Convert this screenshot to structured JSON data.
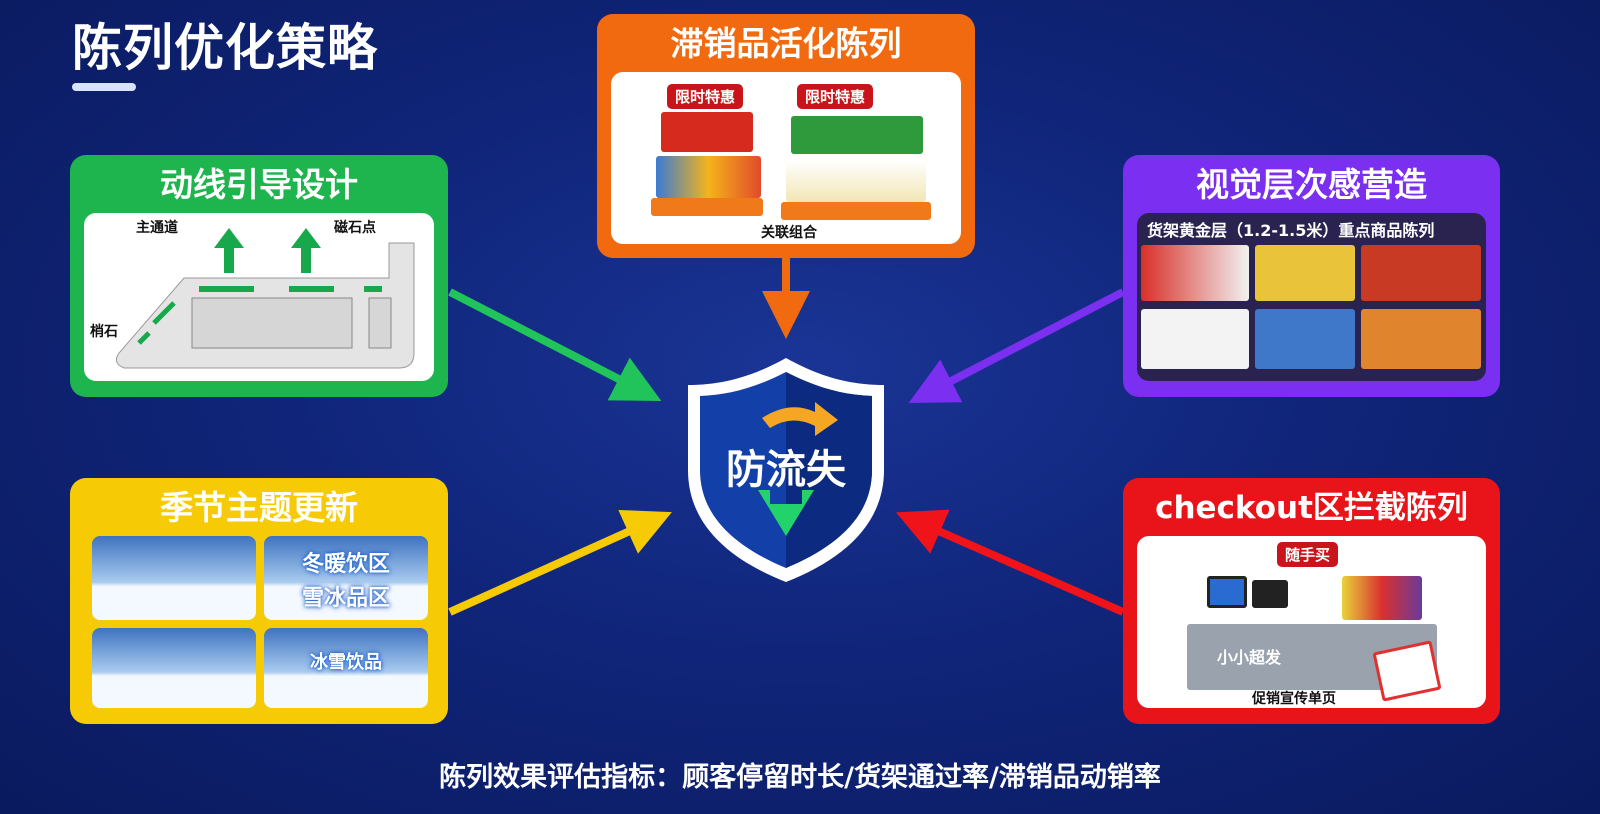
{
  "title": "陈列优化策略",
  "center": {
    "label": "防流失"
  },
  "cards": {
    "flow": {
      "title": "动线引导设计",
      "labels": {
        "main_aisle": "主通道",
        "magnet_point": "磁石点",
        "corner": "梢石"
      },
      "color": "#1fb54e"
    },
    "slow": {
      "title": "滞销品活化陈列",
      "tag_left": "限时特惠",
      "tag_right": "限时特惠",
      "caption": "关联组合",
      "color": "#f26a10"
    },
    "visual": {
      "title": "视觉层次感营造",
      "subtitle": "货架黄金层（1.2-1.5米）重点商品陈列",
      "color": "#7b2ff0"
    },
    "season": {
      "title": "季节主题更新",
      "tile_top": "冬暖饮区",
      "tile_bottom": "雪冰品区",
      "tile_shelf": "冰雪饮品",
      "color": "#f6cb05"
    },
    "checkout": {
      "title": "checkout区拦截陈列",
      "tag": "随手买",
      "brand": "小小超发",
      "caption": "促销宣传单页",
      "color": "#e8141a"
    }
  },
  "footer": "陈列效果评估指标：顾客停留时长/货架通过率/滞销品动销率"
}
